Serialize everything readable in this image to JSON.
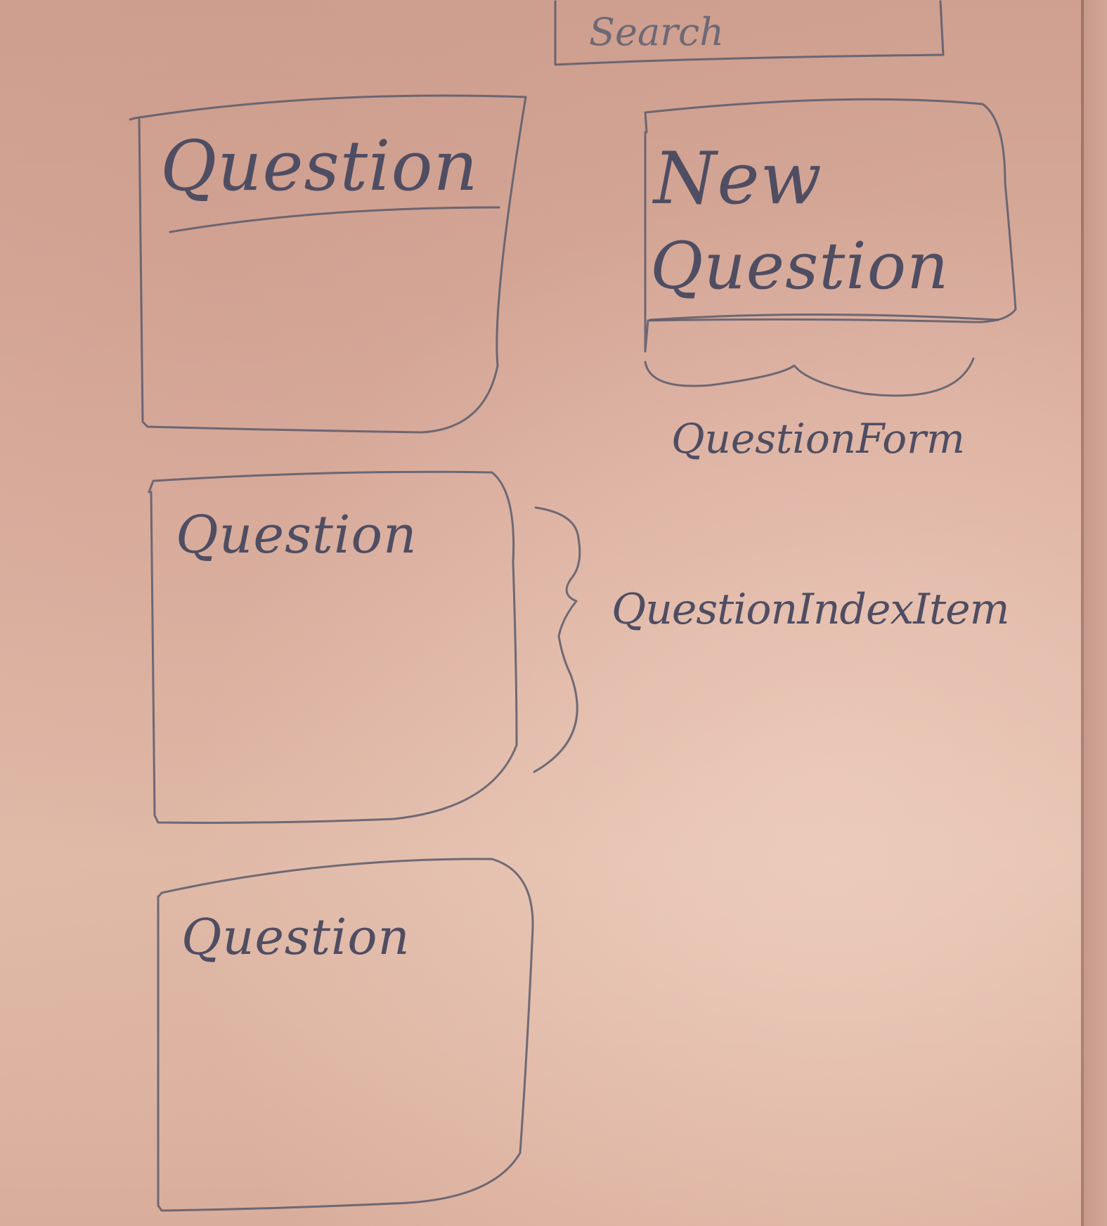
{
  "search": {
    "placeholder": "Search"
  },
  "questions": [
    {
      "title": "Question"
    },
    {
      "title": "Question"
    },
    {
      "title": "Question"
    }
  ],
  "new_question": {
    "title_line1": "New",
    "title_line2": "Question"
  },
  "annotations": {
    "question_form": "QuestionForm",
    "question_index_item": "QuestionIndexItem"
  }
}
